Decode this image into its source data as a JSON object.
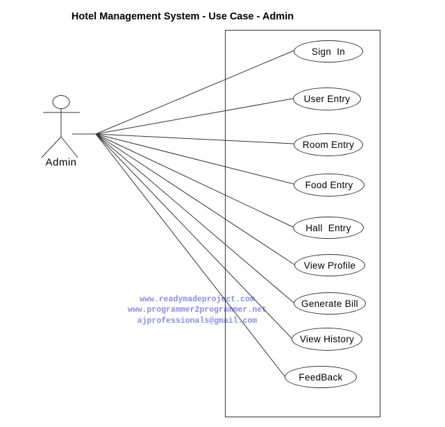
{
  "title": "Hotel Management System - Use Case - Admin",
  "actor": {
    "label": "Admin"
  },
  "use_cases": [
    {
      "label": "Sign  In"
    },
    {
      "label": "User Entry"
    },
    {
      "label": "Room Entry"
    },
    {
      "label": "Food Entry"
    },
    {
      "label": "Hall  Entry"
    },
    {
      "label": "View Profile"
    },
    {
      "label": "Generate Bill"
    },
    {
      "label": "View History"
    },
    {
      "label": "FeedBack"
    }
  ],
  "watermark": {
    "color": "#8b8bee",
    "lines": [
      "www.readymadeproject.com",
      "www.programmer2programmer.net",
      "ajprofessionals@gmail.com"
    ]
  },
  "colors": {
    "stroke": "#333333",
    "background": "#ffffff"
  }
}
